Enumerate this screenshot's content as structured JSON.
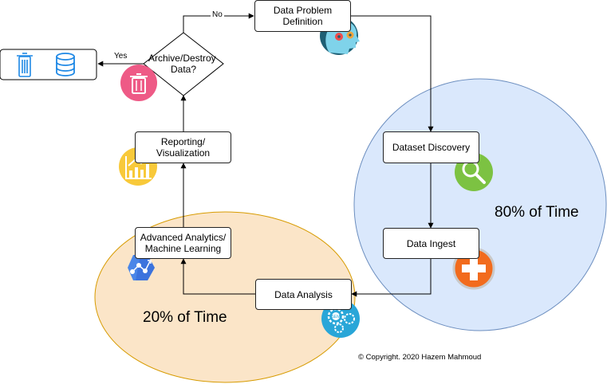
{
  "nodes": {
    "problem": "Data Problem\nDefinition",
    "archive": "Archive/Destroy\nData?",
    "reporting": "Reporting/\nVisualization",
    "advanced": "Advanced Analytics/\nMachine Learning",
    "analysis": "Data Analysis",
    "discovery": "Dataset Discovery",
    "ingest": "Data Ingest"
  },
  "edges": {
    "no": "No",
    "yes": "Yes"
  },
  "regions": {
    "large": "80% of Time",
    "small": "20% of Time"
  },
  "badge": "SEM",
  "copyright": "© Copyright. 2020 Hazem Mahmoud",
  "colors": {
    "blue_region_fill": "#dae8fc",
    "blue_region_stroke": "#6c8ebf",
    "orange_region_fill": "#fbe5c8",
    "orange_region_stroke": "#d79b00",
    "trash_pink": "#ee5a86",
    "chart_yellow": "#f8c93a",
    "search_green": "#7cc242",
    "plus_orange": "#f26b1d",
    "gcp_blue": "#4a86e8",
    "gear_teal": "#29a6d8",
    "head_navy": "#1e5f74",
    "storage_blue": "#1e88e5"
  },
  "icons": [
    "trash-icon",
    "database-icon",
    "gears-head-icon",
    "search-icon",
    "plus-icon",
    "chart-icon",
    "machine-learning-icon",
    "gears-icon"
  ]
}
